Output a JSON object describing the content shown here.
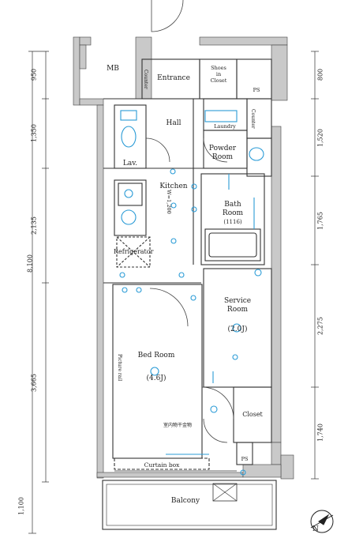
{
  "rooms": {
    "mb": "MB",
    "entrance": "Entrance",
    "shoes_closet": [
      "Shoes",
      "in",
      "Closet"
    ],
    "ps_top": "PS",
    "hall": "Hall",
    "lav": "Lav.",
    "laundry": "Laundry",
    "counter_left": "Counter",
    "counter_right": "Counter",
    "powder_room": [
      "Powder",
      "Room"
    ],
    "kitchen": "Kitchen",
    "bath_room": [
      "Bath",
      "Room",
      "(1116)"
    ],
    "w_note": "W=1,200",
    "refrigerator": "Refrigerator",
    "service_room": [
      "Service",
      "Room",
      "(2.0J)"
    ],
    "bed_room": [
      "Bed Room",
      "(4.6J)"
    ],
    "picture_rail": "Picture rail",
    "closet": "Closet",
    "indoor_clothes_dryer": "室内物干金物",
    "ps_bottom": "PS",
    "curtain_box": "Curtain box",
    "balcony": "Balcony"
  },
  "dimensions": {
    "left_total": "8,100",
    "left": [
      "950",
      "1,350",
      "2,135",
      "3,665",
      "1,100"
    ],
    "right": [
      "800",
      "1,520",
      "1,765",
      "2,275",
      "1,740"
    ]
  },
  "colors": {
    "wall": "#c9c9c9",
    "line": "#333333",
    "fixture": "#2a9bd6"
  }
}
